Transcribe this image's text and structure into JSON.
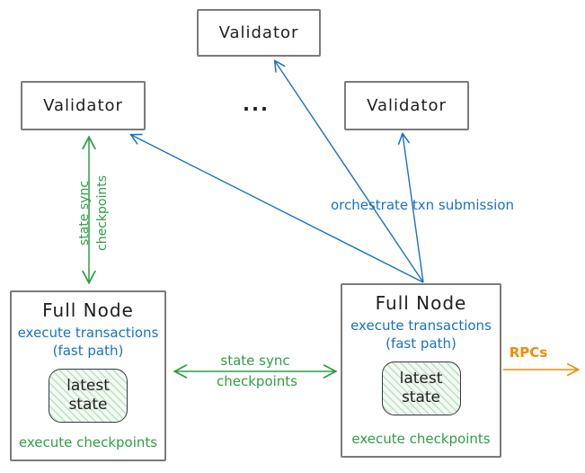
{
  "validators": {
    "top": {
      "label": "Validator"
    },
    "left": {
      "label": "Validator"
    },
    "right": {
      "label": "Validator"
    },
    "ellipsis": "..."
  },
  "full_node_left": {
    "title": "Full Node",
    "exec_line1": "execute transactions",
    "exec_line2": "(fast path)",
    "state_line1": "latest",
    "state_line2": "state",
    "footer": "execute checkpoints"
  },
  "full_node_right": {
    "title": "Full Node",
    "exec_line1": "execute transactions",
    "exec_line2": "(fast path)",
    "state_line1": "latest",
    "state_line2": "state",
    "footer": "execute checkpoints"
  },
  "edges": {
    "state_sync_vertical": {
      "line1": "state sync",
      "line2": "checkpoints"
    },
    "state_sync_horizontal": {
      "line1": "state sync",
      "line2": "checkpoints"
    },
    "orchestrate": {
      "label": "orchestrate txn submission"
    },
    "rpcs": {
      "label": "RPCs"
    }
  },
  "colors": {
    "green": "#2f9e44",
    "blue": "#1971c2",
    "orange": "#f08c00",
    "ink": "#1e1e1e",
    "box_border": "#7b7b7b",
    "state_fill": "#f2faf2"
  }
}
